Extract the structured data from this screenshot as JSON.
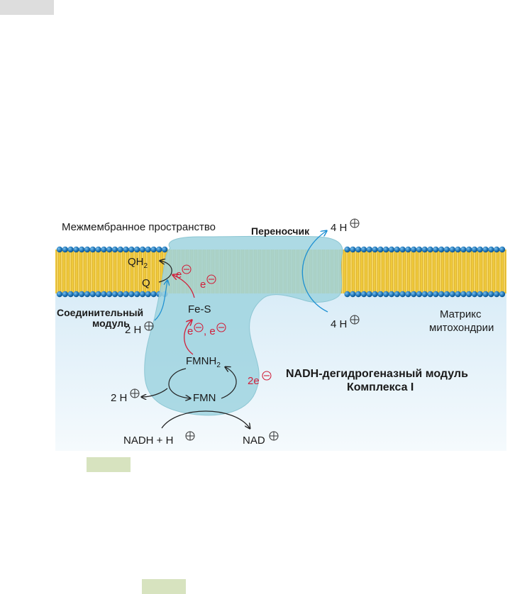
{
  "labels": {
    "intermembrane_space": "Межмембранное пространство",
    "carrier": "Переносчик",
    "carrier_top_h": "4 H",
    "carrier_bottom_h": "4 H",
    "matrix": "Матрикс митохондрии",
    "matrix_line1": "Матрикс",
    "matrix_line2": "митохондрии",
    "connecting_module_line1": "Соединительный",
    "connecting_module_line2": "модуль",
    "connecting_h": "2 H",
    "qh2_base": "QH",
    "qh2_sub": "2",
    "q": "Q",
    "e_minus": "e",
    "fes": "Fe-S",
    "e_pair": "e",
    "e_pair_sep": ", e",
    "fmnh2_base": "FMNH",
    "fmnh2_sub": "2",
    "fmn": "FMN",
    "left_h": "2 H",
    "two_e": "2e",
    "nadh_module_line1": "NADH-дегидрогеназный модуль",
    "nadh_module_line2": "Комплекса I",
    "nadh": "NADH + H",
    "nad": "NAD"
  },
  "colors": {
    "membrane_yellow": "#f2cd3c",
    "lipid_head_blue": "#1f76b8",
    "protein_fill": "#9fd3df",
    "matrix_top": "#d9ecf7",
    "matrix_bottom": "#f5fafd",
    "electron_red": "#d11f3a",
    "proton_arrow_blue": "#1b8fd2",
    "page_tab_green": "#d7e3bf",
    "page_tab_gray": "#dddddd"
  }
}
